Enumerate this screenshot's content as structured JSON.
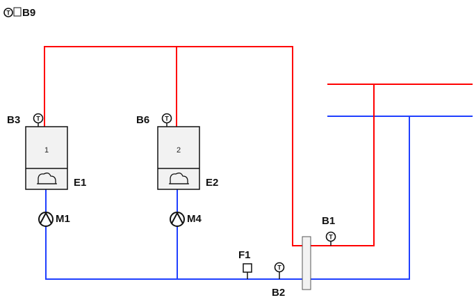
{
  "legend": {
    "symbol": "T",
    "label": "B9"
  },
  "boilers": [
    {
      "id": "E1",
      "number": "1",
      "sensor": "B3",
      "pump": "M1"
    },
    {
      "id": "E2",
      "number": "2",
      "sensor": "B6",
      "pump": "M4"
    }
  ],
  "sensors": {
    "b1": "B1",
    "b2": "B2",
    "thermo_symbol": "T"
  },
  "filter": {
    "label": "F1"
  },
  "colors": {
    "flow": "#ff0000",
    "return": "#1f3fff",
    "line": "#111111",
    "unit_fill": "#f2f2f2"
  }
}
